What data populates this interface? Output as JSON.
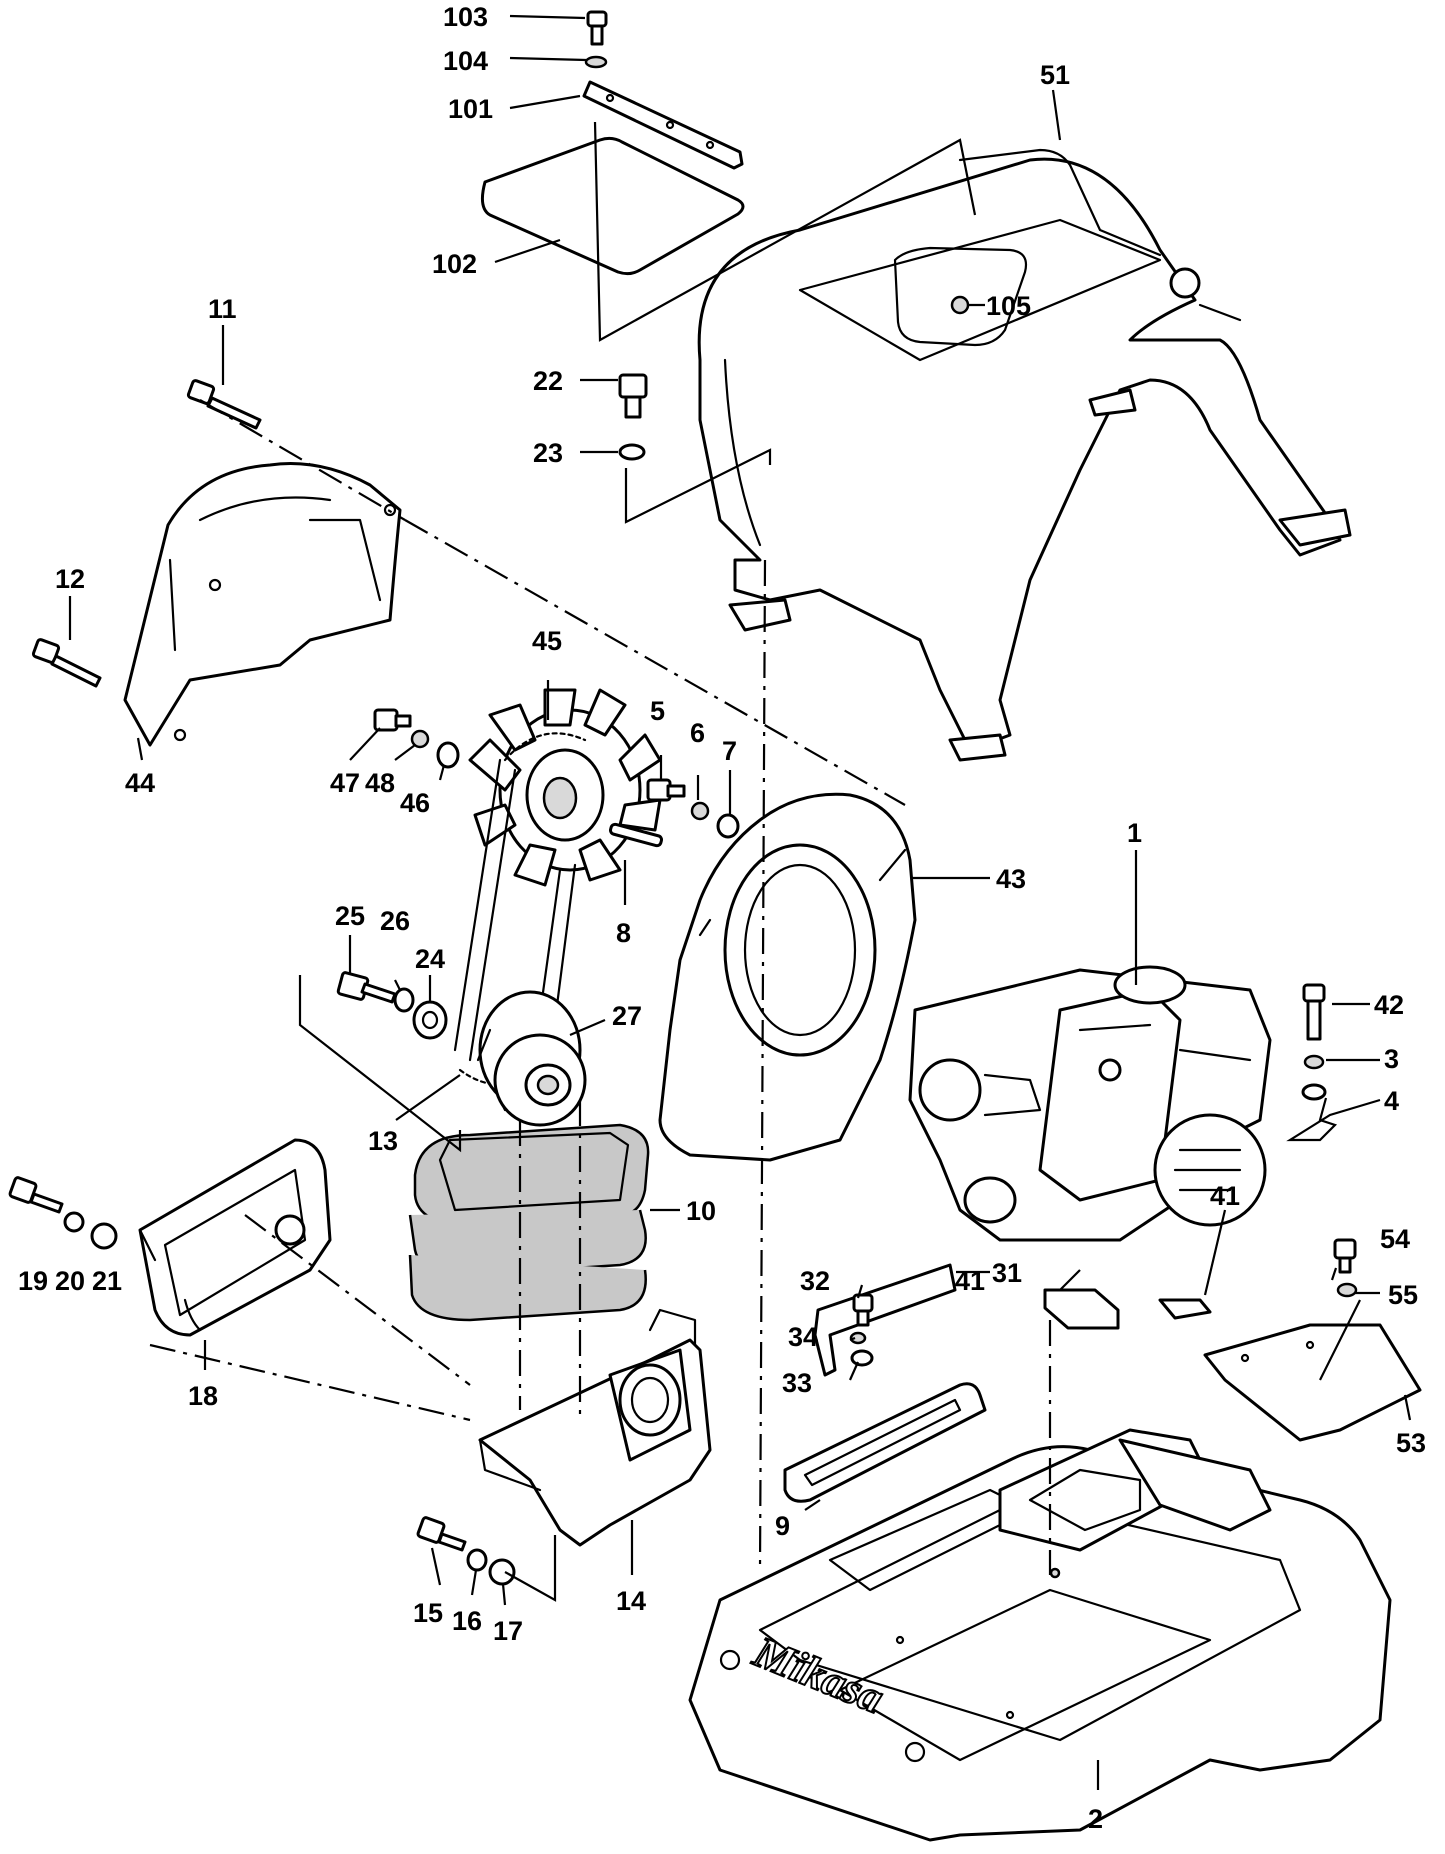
{
  "diagram": {
    "brand_logo": "Mikasa",
    "callouts": [
      {
        "id": "c103",
        "label": "103"
      },
      {
        "id": "c104",
        "label": "104"
      },
      {
        "id": "c101",
        "label": "101"
      },
      {
        "id": "c102",
        "label": "102"
      },
      {
        "id": "c51",
        "label": "51"
      },
      {
        "id": "c105",
        "label": "105"
      },
      {
        "id": "c11",
        "label": "11"
      },
      {
        "id": "c22",
        "label": "22"
      },
      {
        "id": "c23",
        "label": "23"
      },
      {
        "id": "c12",
        "label": "12"
      },
      {
        "id": "c45",
        "label": "45"
      },
      {
        "id": "c44",
        "label": "44"
      },
      {
        "id": "c47",
        "label": "47"
      },
      {
        "id": "c48",
        "label": "48"
      },
      {
        "id": "c46",
        "label": "46"
      },
      {
        "id": "c5",
        "label": "5"
      },
      {
        "id": "c6",
        "label": "6"
      },
      {
        "id": "c7",
        "label": "7"
      },
      {
        "id": "c8",
        "label": "8"
      },
      {
        "id": "c43",
        "label": "43"
      },
      {
        "id": "c1",
        "label": "1"
      },
      {
        "id": "c25",
        "label": "25"
      },
      {
        "id": "c26",
        "label": "26"
      },
      {
        "id": "c24",
        "label": "24"
      },
      {
        "id": "c27",
        "label": "27"
      },
      {
        "id": "c42",
        "label": "42"
      },
      {
        "id": "c3",
        "label": "3"
      },
      {
        "id": "c4",
        "label": "4"
      },
      {
        "id": "c13",
        "label": "13"
      },
      {
        "id": "c10",
        "label": "10"
      },
      {
        "id": "c19",
        "label": "19"
      },
      {
        "id": "c20",
        "label": "20"
      },
      {
        "id": "c21",
        "label": "21"
      },
      {
        "id": "c41a",
        "label": "41"
      },
      {
        "id": "c41b",
        "label": "41"
      },
      {
        "id": "c54",
        "label": "54"
      },
      {
        "id": "c55",
        "label": "55"
      },
      {
        "id": "c32",
        "label": "32"
      },
      {
        "id": "c34",
        "label": "34"
      },
      {
        "id": "c31",
        "label": "31"
      },
      {
        "id": "c33",
        "label": "33"
      },
      {
        "id": "c18",
        "label": "18"
      },
      {
        "id": "c53",
        "label": "53"
      },
      {
        "id": "c9",
        "label": "9"
      },
      {
        "id": "c15",
        "label": "15"
      },
      {
        "id": "c16",
        "label": "16"
      },
      {
        "id": "c17",
        "label": "17"
      },
      {
        "id": "c14",
        "label": "14"
      },
      {
        "id": "c2",
        "label": "2"
      }
    ]
  }
}
